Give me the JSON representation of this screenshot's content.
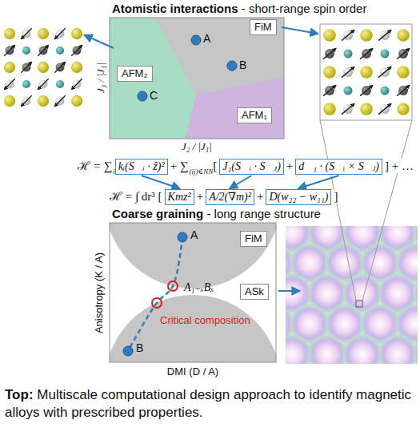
{
  "diagram": {
    "caption": "Multiscale computational design approach to identify magnetic alloys with prescribed properties.",
    "nodes": [
      {
        "text": [
          "FiM"
        ]
      },
      {
        "text": [
          "AFM₂"
        ]
      },
      {
        "text": [
          "AFM₁"
        ]
      },
      {
        "text": [
          "kᵢ(S⃗ᵢ · ẑ)²"
        ]
      },
      {
        "text": [
          "J₁(S⃗ᵢ · S⃗ⱼ)"
        ]
      },
      {
        "text": [
          "d⃗₁ · (S⃗ᵢ × S⃗ⱼ)"
        ]
      },
      {
        "text": [
          "Kmz²"
        ]
      },
      {
        "text": [
          "A/2(∇m)²"
        ]
      },
      {
        "text": [
          "D(w₂₂ − w₁₁)"
        ]
      },
      {
        "text": [
          "FiM"
        ]
      },
      {
        "text": [
          "ASk"
        ]
      }
    ],
    "edges": [
      {
        "from": 3,
        "to": 6,
        "arrow": "to"
      },
      {
        "from": 4,
        "to": 7,
        "arrow": "to"
      },
      {
        "from": 5,
        "to": 8,
        "arrow": "to"
      }
    ],
    "labels": [
      "Atomistic interactions",
      "- short-range spin order",
      "A",
      "B",
      "C",
      "J₃ / |J₁|",
      "J₂ / |J₁|",
      "ℋ = ∑",
      "i",
      "+ ∑",
      "(ij)∈NN",
      "[",
      "+",
      "] + …",
      "ℋ = ∫ dr³ [",
      "+",
      "+",
      "]",
      "Coarse graining",
      "- long range structure",
      "Anisotropy (K / A)",
      "DMI (D / A)",
      "A",
      "A₁₋ₓBₓ",
      "Critical composition",
      "B",
      "Top:"
    ]
  }
}
